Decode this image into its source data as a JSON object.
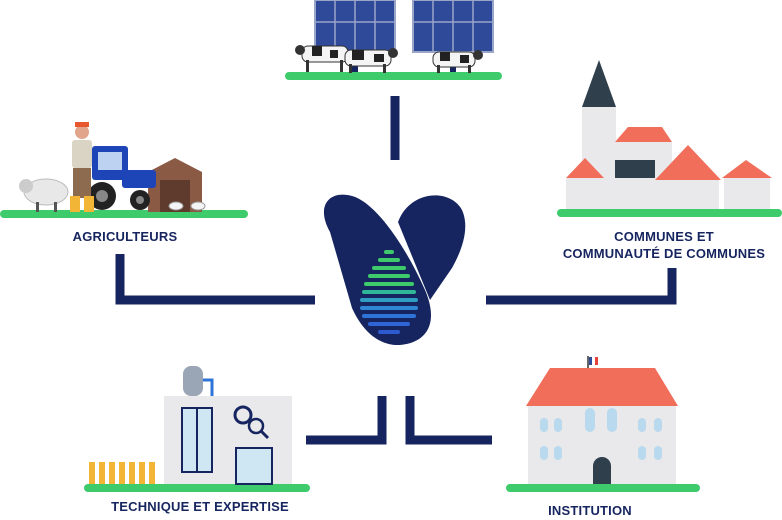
{
  "nodes": {
    "agriculteurs": {
      "label": "AGRICULTEURS"
    },
    "communes": {
      "line1": "COMMUNES ET",
      "line2": "COMMUNAUTÉ DE COMMUNES"
    },
    "technique": {
      "label": "TECHNIQUE ET EXPERTISE"
    },
    "institution": {
      "label": "INSTITUTION"
    }
  },
  "colors": {
    "navy": "#16255f",
    "green": "#3ecb6c",
    "roof": "#f06e5a",
    "wall": "#e9e9ec",
    "panel": "#2e4a99"
  }
}
